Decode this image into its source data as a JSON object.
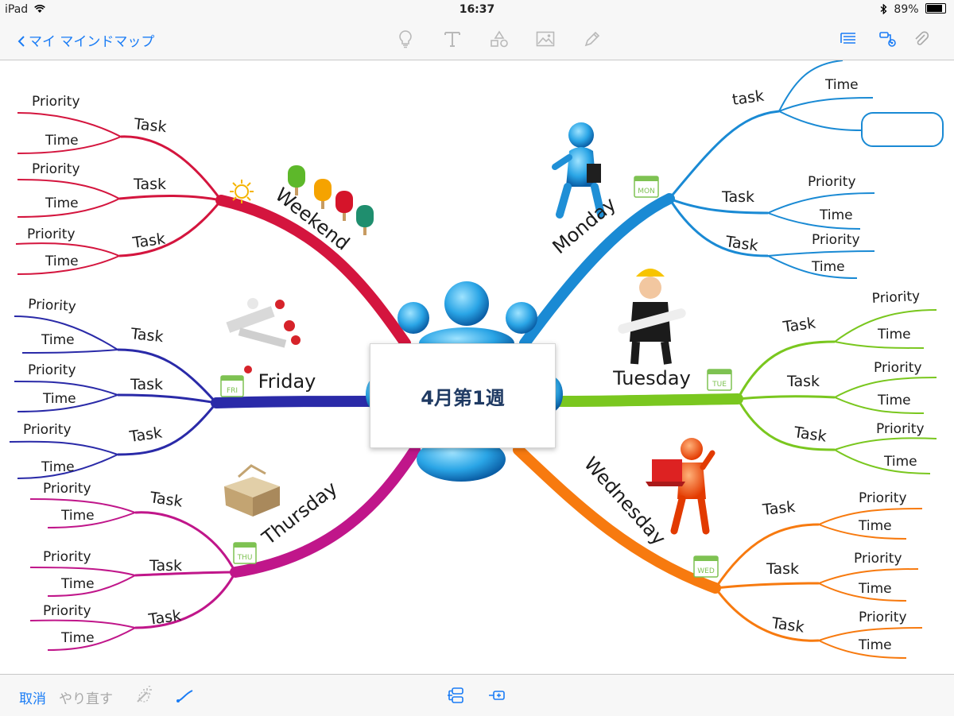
{
  "status": {
    "device": "iPad",
    "time": "16:37",
    "battery": "89%"
  },
  "nav": {
    "back_label": "マイ マインドマップ"
  },
  "bottom": {
    "cancel": "取消",
    "redo": "やり直す"
  },
  "map": {
    "center": "4月第1週",
    "branches": {
      "monday": {
        "label": "Monday",
        "badge": "MON",
        "color": "#1a8ad4",
        "task1": "task",
        "task1_time": "Time",
        "task2": "Task",
        "task2_priority": "Priority",
        "task2_time": "Time",
        "task3": "Task",
        "task3_priority": "Priority",
        "task3_time": "Time"
      },
      "tuesday": {
        "label": "Tuesday",
        "badge": "TUE",
        "color": "#7ac71f",
        "task1": "Task",
        "task1_priority": "Priority",
        "task1_time": "Time",
        "task2": "Task",
        "task2_priority": "Priority",
        "task2_time": "Time",
        "task3": "Task",
        "task3_priority": "Priority",
        "task3_time": "Time"
      },
      "wednesday": {
        "label": "Wednesday",
        "badge": "WED",
        "color": "#f77a0f",
        "task1": "Task",
        "task1_priority": "Priority",
        "task1_time": "Time",
        "task2": "Task",
        "task2_priority": "Priority",
        "task2_time": "Time",
        "task3": "Task",
        "task3_priority": "Priority",
        "task3_time": "Time"
      },
      "thursday": {
        "label": "Thursday",
        "badge": "THU",
        "color": "#c0168a",
        "task1": "Task",
        "task1_priority": "Priority",
        "task1_time": "Time",
        "task2": "Task",
        "task2_priority": "Priority",
        "task2_time": "Time",
        "task3": "Task",
        "task3_priority": "Priority",
        "task3_time": "Time"
      },
      "friday": {
        "label": "Friday",
        "badge": "FRI",
        "color": "#2a2aa8",
        "task1": "Task",
        "task1_priority": "Priority",
        "task1_time": "Time",
        "task2": "Task",
        "task2_priority": "Priority",
        "task2_time": "Time",
        "task3": "Task",
        "task3_priority": "Priority",
        "task3_time": "Time"
      },
      "weekend": {
        "label": "Weekend",
        "color": "#d4153e",
        "task1": "Task",
        "task1_priority": "Priority",
        "task1_time": "Time",
        "task2": "Task",
        "task2_priority": "Priority",
        "task2_time": "Time",
        "task3": "Task",
        "task3_priority": "Priority",
        "task3_time": "Time"
      }
    }
  },
  "icons": {
    "nav": [
      "lightbulb-icon",
      "text-icon",
      "shapes-icon",
      "image-icon",
      "pencil-icon",
      "outline-list-icon",
      "settings-icon",
      "attachment-icon"
    ],
    "bottom": [
      "magic-wand-icon",
      "connector-icon",
      "add-child-icon",
      "add-sibling-icon"
    ]
  },
  "colors": {
    "accent": "#1a7cf5"
  }
}
